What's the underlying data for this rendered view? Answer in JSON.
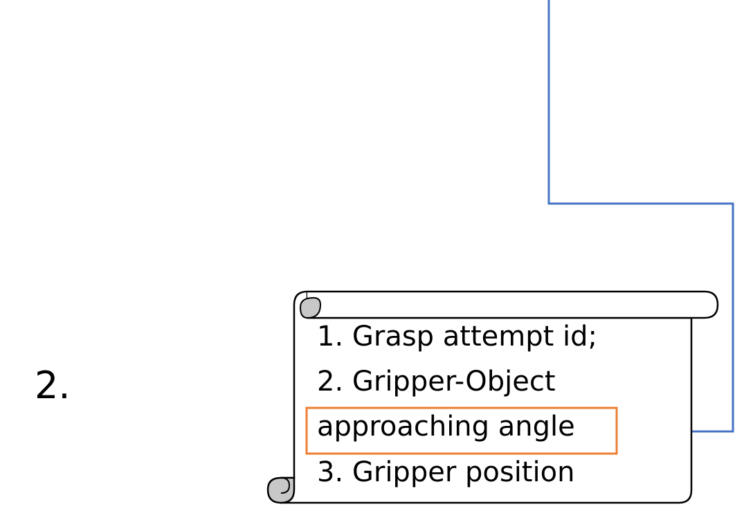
{
  "step": "2.",
  "scroll": {
    "line1": "1. Grasp attempt id;",
    "line2a": "2. Gripper-Object",
    "line2b": "approaching angle",
    "line3": "3. Gripper position"
  },
  "colors": {
    "arrow": "#4472C4",
    "highlight": "#ED7D31",
    "scroll_curl": "#C8C8C8"
  }
}
